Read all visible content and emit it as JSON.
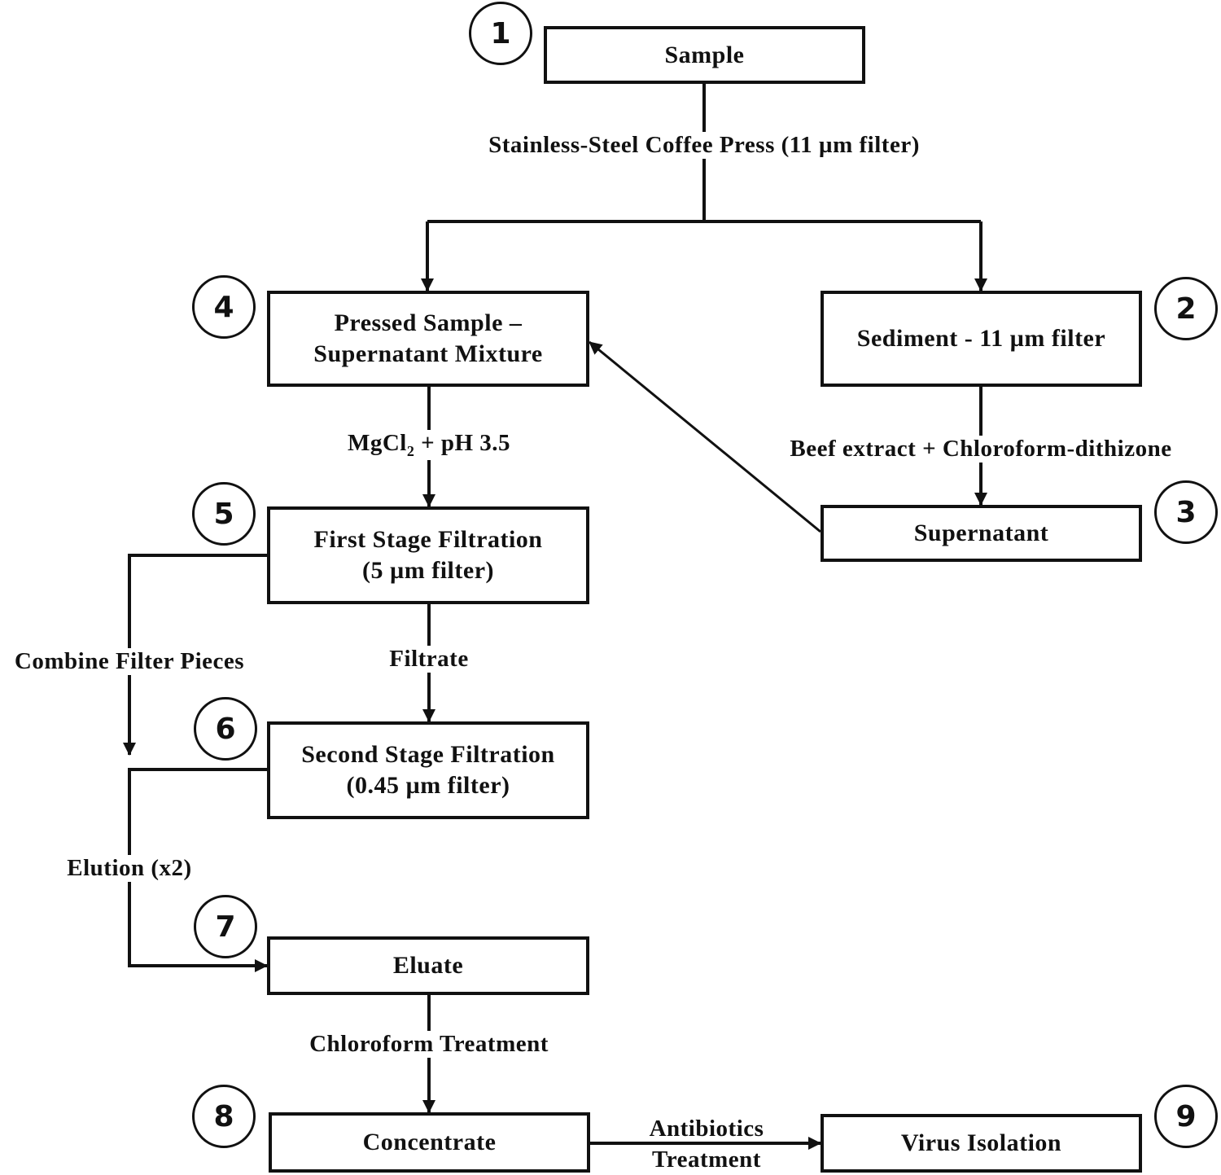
{
  "diagram": {
    "nodes": [
      {
        "id": "sample",
        "number": "1",
        "lines": [
          "Sample"
        ]
      },
      {
        "id": "sediment",
        "number": "2",
        "lines": [
          "Sediment - 11 µm filter"
        ]
      },
      {
        "id": "supernatant",
        "number": "3",
        "lines": [
          "Supernatant"
        ]
      },
      {
        "id": "pressed-mixture",
        "number": "4",
        "lines": [
          "Pressed Sample –",
          "Supernatant Mixture"
        ]
      },
      {
        "id": "first-stage",
        "number": "5",
        "lines": [
          "First Stage Filtration",
          "(5 µm filter)"
        ]
      },
      {
        "id": "second-stage",
        "number": "6",
        "lines": [
          "Second Stage Filtration",
          "(0.45 µm filter)"
        ]
      },
      {
        "id": "eluate",
        "number": "7",
        "lines": [
          "Eluate"
        ]
      },
      {
        "id": "concentrate",
        "number": "8",
        "lines": [
          "Concentrate"
        ]
      },
      {
        "id": "virus-isolation",
        "number": "9",
        "lines": [
          "Virus Isolation"
        ]
      }
    ],
    "edges": [
      {
        "from": "sample",
        "to": "pressed-mixture",
        "label": "Stainless-Steel Coffee Press (11 µm filter)"
      },
      {
        "from": "sample",
        "to": "sediment",
        "label": "Stainless-Steel Coffee Press (11 µm filter)"
      },
      {
        "from": "sediment",
        "to": "supernatant",
        "label": "Beef extract + Chloroform-dithizone"
      },
      {
        "from": "supernatant",
        "to": "pressed-mixture",
        "label": ""
      },
      {
        "from": "pressed-mixture",
        "to": "first-stage",
        "label_main": "MgCl",
        "label_sub": "2",
        "label_rest": " + pH 3.5"
      },
      {
        "from": "first-stage",
        "to": "second-stage",
        "label": "Filtrate"
      },
      {
        "from": "first-stage",
        "to": "second-stage-bypass",
        "label": "Combine Filter Pieces"
      },
      {
        "from": "second-stage",
        "to": "eluate",
        "label": "Elution (x2)"
      },
      {
        "from": "eluate",
        "to": "concentrate",
        "label": "Chloroform Treatment"
      },
      {
        "from": "concentrate",
        "to": "virus-isolation",
        "label_lines": [
          "Antibiotics",
          "Treatment"
        ]
      }
    ]
  }
}
